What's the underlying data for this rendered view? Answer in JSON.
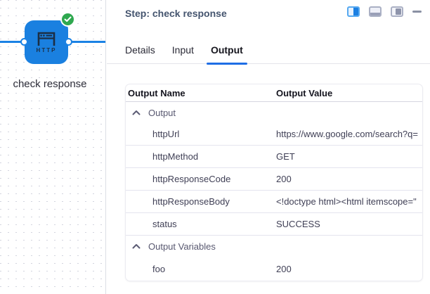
{
  "canvas": {
    "node": {
      "type_label": "HTTP",
      "label": "check response",
      "status_icon": "success-check"
    }
  },
  "panel": {
    "title": "Step: check response",
    "window_controls": [
      {
        "name": "layout-dock-right-icon",
        "active": true
      },
      {
        "name": "layout-dock-bottom-icon",
        "active": false
      },
      {
        "name": "layout-float-icon",
        "active": false
      },
      {
        "name": "minimize-icon",
        "active": false
      }
    ],
    "tabs": [
      {
        "label": "Details",
        "active": false
      },
      {
        "label": "Input",
        "active": false
      },
      {
        "label": "Output",
        "active": true
      }
    ],
    "table": {
      "columns": {
        "name": "Output Name",
        "value": "Output Value"
      },
      "groups": [
        {
          "label": "Output",
          "collapsed": false,
          "rows": [
            {
              "name": "httpUrl",
              "value": "https://www.google.com/search?q="
            },
            {
              "name": "httpMethod",
              "value": "GET"
            },
            {
              "name": "httpResponseCode",
              "value": "200"
            },
            {
              "name": "httpResponseBody",
              "value": "<!doctype html><html itemscope=\""
            },
            {
              "name": "status",
              "value": "SUCCESS"
            }
          ]
        },
        {
          "label": "Output Variables",
          "collapsed": false,
          "rows": [
            {
              "name": "foo",
              "value": "200"
            }
          ]
        }
      ]
    }
  },
  "colors": {
    "accent_blue": "#1a80e0",
    "success_green": "#2fa84f",
    "title_slate": "#44546e",
    "tab_underline": "#1f6ee5"
  }
}
